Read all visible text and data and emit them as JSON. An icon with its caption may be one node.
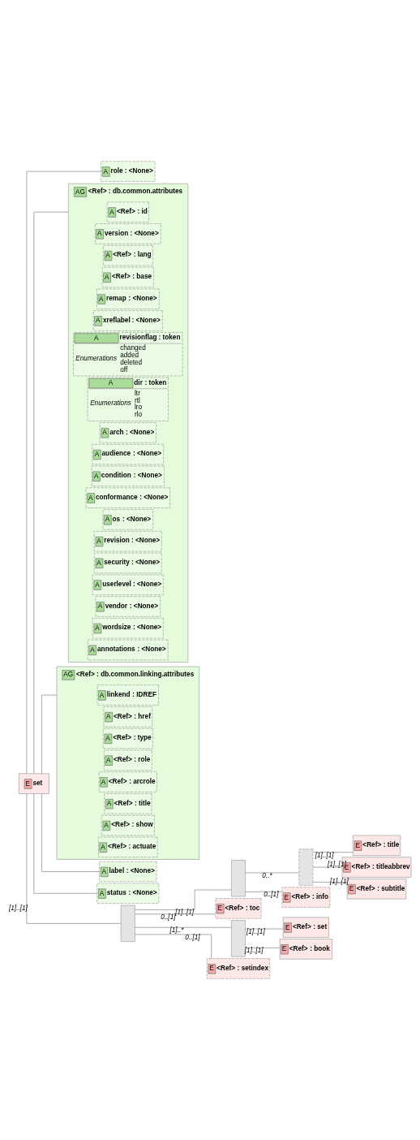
{
  "diagram": {
    "nodes": [
      {
        "text": [
          "E",
          "set"
        ]
      },
      {
        "text": [
          "A",
          "role",
          ": <None>"
        ]
      },
      {
        "text": [
          "AG",
          "<Ref>",
          ": db.common.attributes"
        ]
      },
      {
        "text": [
          "A",
          "<Ref>",
          ": id"
        ],
        "in": 2
      },
      {
        "text": [
          "A",
          "version",
          ": <None>"
        ],
        "in": 2
      },
      {
        "text": [
          "A",
          "<Ref>",
          ": lang"
        ],
        "in": 2
      },
      {
        "text": [
          "A",
          "<Ref>",
          ": base"
        ],
        "in": 2
      },
      {
        "text": [
          "A",
          "remap",
          ": <None>"
        ],
        "in": 2
      },
      {
        "text": [
          "A",
          "xreflabel",
          ": <None>"
        ],
        "in": 2
      },
      {
        "text": [
          "A",
          "revisionflag",
          ": token",
          "Enumerations",
          "changed",
          "added",
          "deleted",
          "off"
        ],
        "in": 2
      },
      {
        "text": [
          "A",
          "dir",
          ": token",
          "Enumerations",
          "ltr",
          "rtl",
          "lro",
          "rlo"
        ],
        "in": 2
      },
      {
        "text": [
          "A",
          "arch",
          ": <None>"
        ],
        "in": 2
      },
      {
        "text": [
          "A",
          "audience",
          ": <None>"
        ],
        "in": 2
      },
      {
        "text": [
          "A",
          "condition",
          ": <None>"
        ],
        "in": 2
      },
      {
        "text": [
          "A",
          "conformance",
          ": <None>"
        ],
        "in": 2
      },
      {
        "text": [
          "A",
          "os",
          ": <None>"
        ],
        "in": 2
      },
      {
        "text": [
          "A",
          "revision",
          ": <None>"
        ],
        "in": 2
      },
      {
        "text": [
          "A",
          "security",
          ": <None>"
        ],
        "in": 2
      },
      {
        "text": [
          "A",
          "userlevel",
          ": <None>"
        ],
        "in": 2
      },
      {
        "text": [
          "A",
          "vendor",
          ": <None>"
        ],
        "in": 2
      },
      {
        "text": [
          "A",
          "wordsize",
          ": <None>"
        ],
        "in": 2
      },
      {
        "text": [
          "A",
          "annotations",
          ": <None>"
        ],
        "in": 2
      },
      {
        "text": [
          "AG",
          "<Ref>",
          ": db.common.linking.attributes"
        ]
      },
      {
        "text": [
          "A",
          "linkend",
          ": IDREF"
        ],
        "in": 22
      },
      {
        "text": [
          "A",
          "<Ref>",
          ": href"
        ],
        "in": 22
      },
      {
        "text": [
          "A",
          "<Ref>",
          ": type"
        ],
        "in": 22
      },
      {
        "text": [
          "A",
          "<Ref>",
          ": role"
        ],
        "in": 22
      },
      {
        "text": [
          "A",
          "<Ref>",
          ": arcrole"
        ],
        "in": 22
      },
      {
        "text": [
          "A",
          "<Ref>",
          ": title"
        ],
        "in": 22
      },
      {
        "text": [
          "A",
          "<Ref>",
          ": show"
        ],
        "in": 22
      },
      {
        "text": [
          "A",
          "<Ref>",
          ": actuate"
        ],
        "in": 22
      },
      {
        "text": [
          "A",
          "label",
          ": <None>"
        ]
      },
      {
        "text": [
          "A",
          "status",
          ": <None>"
        ]
      },
      {
        "text": [],
        "shape": "box"
      },
      {
        "text": [],
        "shape": "box"
      },
      {
        "text": [],
        "shape": "box"
      },
      {
        "text": [
          "E",
          "<Ref>",
          ": title"
        ]
      },
      {
        "text": [
          "E",
          "<Ref>",
          ": titleabbrev"
        ]
      },
      {
        "text": [
          "E",
          "<Ref>",
          ": subtitle"
        ]
      },
      {
        "text": [
          "E",
          "<Ref>",
          ": info"
        ]
      },
      {
        "text": [
          "E",
          "<Ref>",
          ": toc"
        ]
      },
      {
        "text": [],
        "shape": "box"
      },
      {
        "text": [
          "E",
          "<Ref>",
          ": set"
        ]
      },
      {
        "text": [
          "E",
          "<Ref>",
          ": book"
        ]
      },
      {
        "text": [
          "E",
          "<Ref>",
          ": setindex"
        ]
      }
    ],
    "edges": [
      {
        "from": 0,
        "to": 1,
        "arrow": "none"
      },
      {
        "from": 0,
        "to": 2,
        "arrow": "none"
      },
      {
        "from": 0,
        "to": 22,
        "arrow": "none"
      },
      {
        "from": 0,
        "to": 31,
        "arrow": "none"
      },
      {
        "from": 0,
        "to": 32,
        "arrow": "none"
      },
      {
        "from": 0,
        "to": 33,
        "arrow": "none",
        "label": "[1]..[1]"
      },
      {
        "from": 33,
        "to": 34,
        "arrow": "none",
        "label": "[1]..[1]"
      },
      {
        "from": 34,
        "to": 35,
        "arrow": "none",
        "label": "0..*"
      },
      {
        "from": 35,
        "to": 36,
        "arrow": "none",
        "label": "[1]..[1]"
      },
      {
        "from": 35,
        "to": 37,
        "arrow": "none",
        "label": "[1]..[1]"
      },
      {
        "from": 35,
        "to": 38,
        "arrow": "none",
        "label": "[1]..[1]"
      },
      {
        "from": 34,
        "to": 39,
        "arrow": "none",
        "label": "0..[1]"
      },
      {
        "from": 33,
        "to": 40,
        "arrow": "none",
        "label": "0..[1]"
      },
      {
        "from": 33,
        "to": 41,
        "arrow": "none",
        "label": "[1]..*"
      },
      {
        "from": 41,
        "to": 42,
        "arrow": "none",
        "label": "[1]..[1]"
      },
      {
        "from": 41,
        "to": 43,
        "arrow": "none",
        "label": "[1]..[1]"
      },
      {
        "from": 33,
        "to": 44,
        "arrow": "none",
        "label": "0..[1]"
      }
    ]
  }
}
